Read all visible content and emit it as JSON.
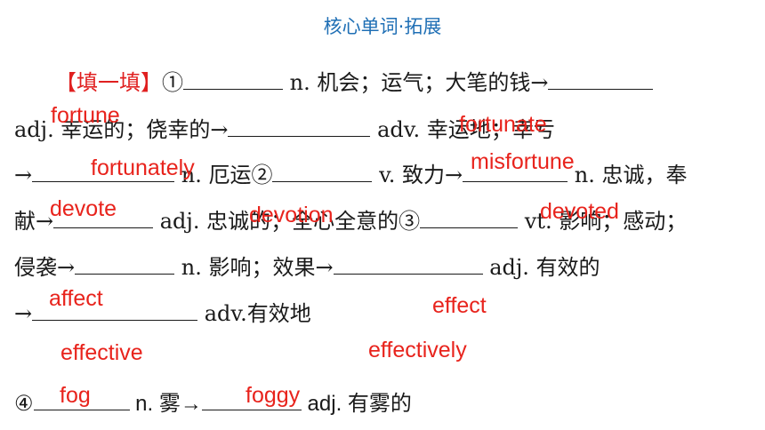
{
  "title": "核心单词·拓展",
  "lines": [
    {
      "parts": [
        "【填一填】",
        "①",
        " n. 机会；运气；大笔的钱→",
        ""
      ]
    },
    {
      "parts": [
        "adj. 幸运的；侥幸的→",
        " adv. 幸运地；幸亏"
      ]
    },
    {
      "parts": [
        "→",
        " n. 厄运②",
        " v. 致力→",
        " n. 忠诚，奉"
      ]
    },
    {
      "parts": [
        "献→",
        " adj. 忠诚的；全心全意的③",
        " vt. 影响；感动；"
      ]
    },
    {
      "parts": [
        "侵袭→",
        " n. 影响；效果→",
        " adj. 有效的"
      ]
    },
    {
      "parts": [
        "→",
        " adv.有效地"
      ]
    },
    {
      "parts": [
        "④",
        " n. 雾→",
        " adj. 有雾的"
      ]
    }
  ],
  "answers": {
    "fortune": "fortune",
    "fortunate": "fortunate",
    "fortunately": "fortunately",
    "misfortune": "misfortune",
    "devote": "devote",
    "devotion": "devotion",
    "devoted": "devoted",
    "affect": "affect",
    "effect": "effect",
    "effective": "effective",
    "effectively": "effectively",
    "fog": "fog",
    "foggy": "foggy"
  }
}
